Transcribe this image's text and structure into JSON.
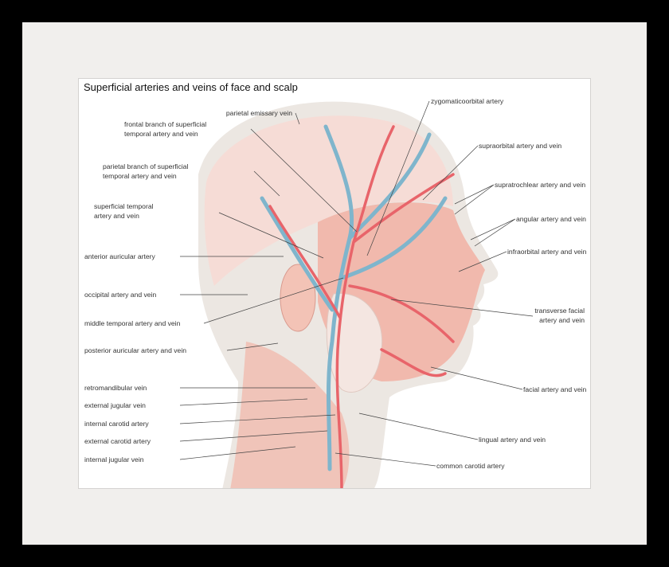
{
  "title": "Superficial arteries and veins of face and scalp",
  "labels_left": [
    "parietal emissary vein",
    "frontal branch of superficial",
    "temporal artery and vein",
    "parietal branch of superficial",
    "temporal artery and vein",
    "superficial temporal",
    "artery and vein",
    "anterior auricular artery",
    "occipital artery and vein",
    "middle temporal artery and vein",
    "posterior auricular artery and vein",
    "retromandibular vein",
    "external jugular vein",
    "internal carotid artery",
    "external carotid artery",
    "internal jugular vein"
  ],
  "labels_right": [
    "zygomaticoorbital artery",
    "supraorbital artery and vein",
    "supratrochlear artery and vein",
    "angular artery and vein",
    "infraorbital artery and vein",
    "transverse facial",
    "artery and vein",
    "facial artery and vein",
    "lingual artery and vein",
    "common carotid artery"
  ],
  "colors": {
    "frame": "#000000",
    "mat": "#f1efed",
    "artery": "#e8646a",
    "vein": "#7fb5cc",
    "skin": "#f3c7bd"
  }
}
